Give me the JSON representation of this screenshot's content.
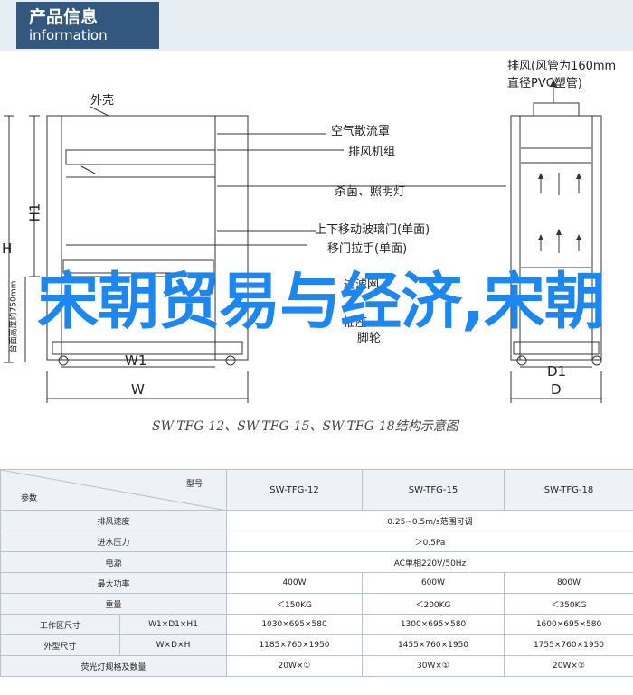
{
  "header": {
    "title_cn": "产品信息",
    "title_en": "information"
  },
  "drawing": {
    "front_labels": {
      "outer_shell": "外壳",
      "air_diffuser": "空气散流罩",
      "exhaust_fan": "排风机组",
      "uv_light": "杀菌、照明灯",
      "sliding_glass": "上下移动玻璃门(单面)",
      "door_handle": "移门拉手(单面)",
      "filter": "过滤网",
      "socket": "插座",
      "caster": "脚轮",
      "height_note": "台面高度约750mm"
    },
    "side_labels": {
      "exhaust_pipe_line1": "排风(风管为160mm",
      "exhaust_pipe_line2": "直径PVC塑管)"
    },
    "dims": {
      "H": "H",
      "H1": "H1",
      "W1": "W1",
      "W": "W",
      "D1": "D1",
      "D": "D"
    },
    "overlay_title": "宋朝贸易与经济,宋朝",
    "caption": "SW-TFG-12、SW-TFG-15、SW-TFG-18结构示意图"
  },
  "table": {
    "corner_top": "型号",
    "corner_bottom": "参数",
    "models": [
      "SW-TFG-12",
      "SW-TFG-15",
      "SW-TFG-18"
    ],
    "rows": [
      {
        "label": "排风速度",
        "span": "0.25~0.5m/s范围可调"
      },
      {
        "label": "进水压力",
        "span": "＞0.5Pa"
      },
      {
        "label": "电源",
        "span": "AC单相220V/50Hz"
      },
      {
        "label": "最大功率",
        "values": [
          "400W",
          "600W",
          "800W"
        ]
      },
      {
        "label": "重量",
        "values": [
          "＜150KG",
          "＜200KG",
          "＜350KG"
        ]
      },
      {
        "label": "工作区尺寸",
        "sub": "W1×D1×H1",
        "values": [
          "1030×695×580",
          "1300×695×580",
          "1600×695×580"
        ]
      },
      {
        "label": "外型尺寸",
        "sub": "W×D×H",
        "values": [
          "1185×760×1950",
          "1455×760×1950",
          "1755×760×1950"
        ]
      },
      {
        "label": "荧光灯规格及数量",
        "values": [
          "20W×①",
          "30W×①",
          "20W×②"
        ]
      }
    ]
  }
}
